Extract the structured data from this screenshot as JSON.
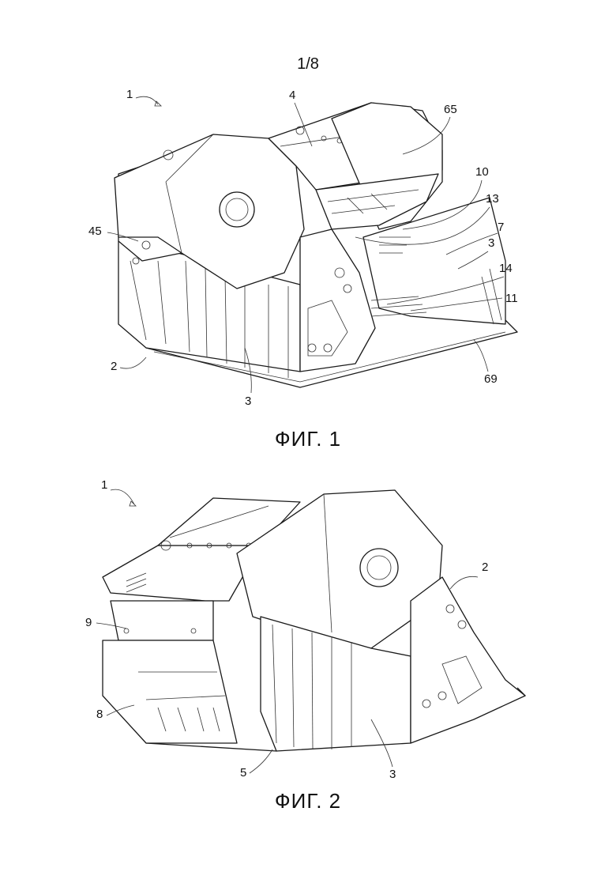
{
  "sheet": "1/8",
  "figure1": {
    "caption": "ФИГ. 1",
    "refs": {
      "r1": "1",
      "r4": "4",
      "r65": "65",
      "r10": "10",
      "r13": "13",
      "r7": "7",
      "r3a": "3",
      "r45": "45",
      "r14": "14",
      "r11": "11",
      "r2": "2",
      "r69": "69",
      "r3b": "3"
    }
  },
  "figure2": {
    "caption": "ФИГ. 2",
    "refs": {
      "r1": "1",
      "r2": "2",
      "r9": "9",
      "r8": "8",
      "r5": "5",
      "r3": "3"
    }
  }
}
